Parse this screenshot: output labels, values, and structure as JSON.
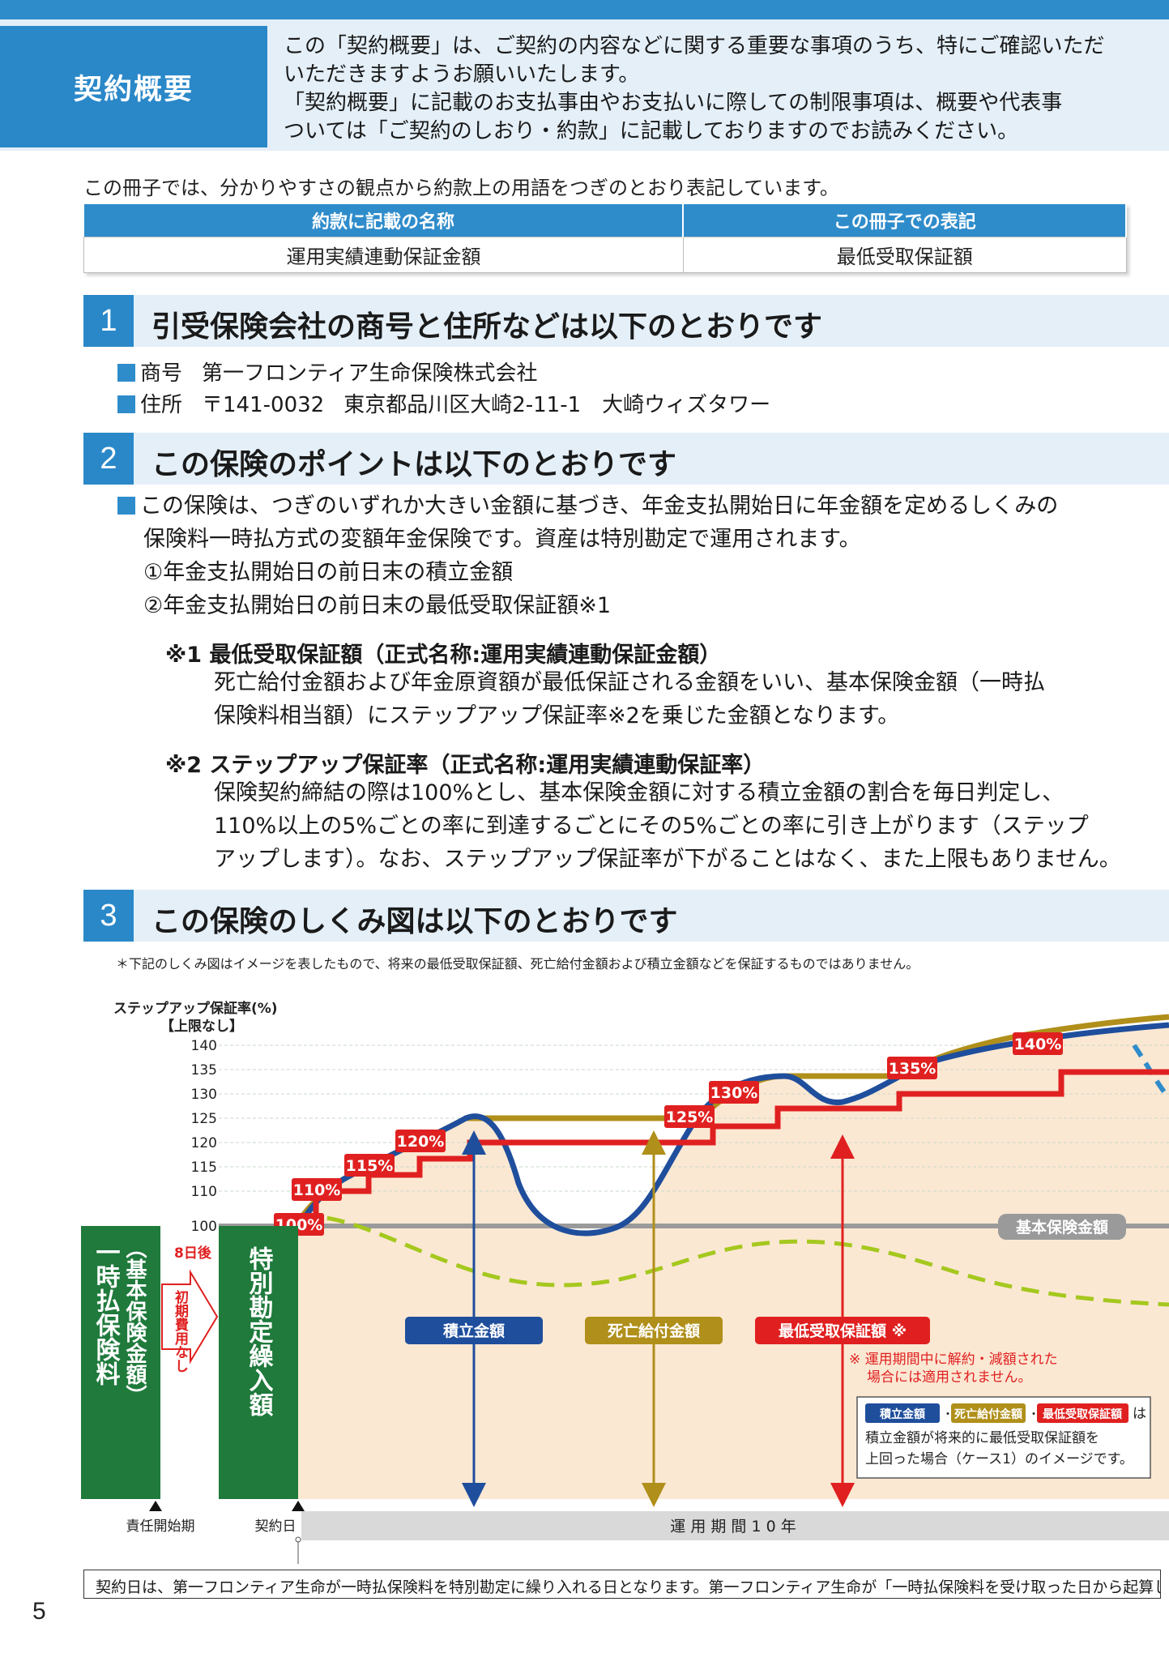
{
  "summary": {
    "label": "契約概要",
    "lines": [
      "この「契約概要」は、ご契約の内容などに関する重要な事項のうち、特にご確認いただ",
      "いただきますようお願いいたします。",
      "「契約概要」に記載のお支払事由やお支払いに際しての制限事項は、概要や代表事",
      "ついては「ご契約のしおり・約款」に記載しておりますのでお読みください。"
    ]
  },
  "intro": "この冊子では、分かりやすさの観点から約款上の用語をつぎのとおり表記しています。",
  "term_table": {
    "headers": [
      "約款に記載の名称",
      "この冊子での表記"
    ],
    "row": [
      "運用実績連動保証金額",
      "最低受取保証額"
    ]
  },
  "sections": [
    {
      "num": "1",
      "title": "引受保険会社の商号と住所などは以下のとおりです"
    },
    {
      "num": "2",
      "title": "この保険のポイントは以下のとおりです"
    },
    {
      "num": "3",
      "title": "この保険のしくみ図は以下のとおりです"
    }
  ],
  "company": {
    "name_label": "商号",
    "name": "第一フロンティア生命保険株式会社",
    "address_label": "住所",
    "postal": "〒141-0032",
    "address": "東京都品川区大崎2-11-1　大崎ウィズタワー"
  },
  "points": {
    "para": [
      "この保険は、つぎのいずれか大きい金額に基づき、年金支払開始日に年金額を定めるしくみの",
      "保険料一時払方式の変額年金保険です。資産は特別勘定で運用されます。",
      "①年金支払開始日の前日末の積立金額",
      "②年金支払開始日の前日末の最低受取保証額※1"
    ],
    "note1_title": "※1 最低受取保証額（正式名称:運用実績連動保証金額）",
    "note1": [
      "死亡給付金額および年金原資額が最低保証される金額をいい、基本保険金額（一時払",
      "保険料相当額）にステップアップ保証率※2を乗じた金額となります。"
    ],
    "note2_title": "※2 ステップアップ保証率（正式名称:運用実績連動保証率）",
    "note2": [
      "保険契約締結の際は100%とし、基本保険金額に対する積立金額の割合を毎日判定し、",
      "110%以上の5%ごとの率に到達するごとにその5%ごとの率に引き上がります（ステップ",
      "アップします）。なお、ステップアップ保証率が下がることはなく、また上限もありません。"
    ]
  },
  "disclaimer": "＊下記のしくみ図はイメージを表したもので、将来の最低受取保証額、死亡給付金額および積立金額などを保証するものではありません。",
  "chart_data": {
    "type": "line",
    "ylabel": "ステップアップ保証率(%)",
    "ylabel_sub": "【上限なし】",
    "y_ticks": [
      100,
      110,
      115,
      120,
      125,
      130,
      135,
      140
    ],
    "step_labels": [
      "100%",
      "110%",
      "115%",
      "120%",
      "125%",
      "130%",
      "135%",
      "140%"
    ],
    "base_label": "基本保険金額",
    "left_box": "一時払保険料",
    "left_box_sub": "（基本保険金額）",
    "days_label": "8日後",
    "arrow_label": "初期費用なし",
    "center_box": "特別勘定繰入額",
    "legend": {
      "reserve": "積立金額",
      "death": "死亡給付金額",
      "minimum": "最低受取保証額 ※"
    },
    "minimum_note": [
      "※ 運用期間中に解約・減額された",
      "場合には適用されません。"
    ],
    "case_box": {
      "tags": [
        "積立金額",
        "死亡給付金額",
        "最低受取保証額"
      ],
      "suffix": "は",
      "lines": [
        "積立金額が将来的に最低受取保証額を",
        "上回った場合（ケース1）のイメージです。"
      ]
    },
    "axis_labels": {
      "start": "責任開始期",
      "contract": "契約日",
      "period": "運 用 期 間 1 0 年"
    },
    "colors": {
      "reserve": "#1f4e9c",
      "death": "#b08f1a",
      "minimum": "#e02020",
      "base": "#9a9a9a",
      "dashed": "#a5c81e",
      "green": "#1f7a3c",
      "area": "#fbe8d3"
    }
  },
  "bottom_note": "契約日は、第一フロンティア生命が一時払保険料を特別勘定に繰り入れる日となります。第一フロンティア生命が「一時払保険料を受け取った日から起算して",
  "page_number": "5"
}
